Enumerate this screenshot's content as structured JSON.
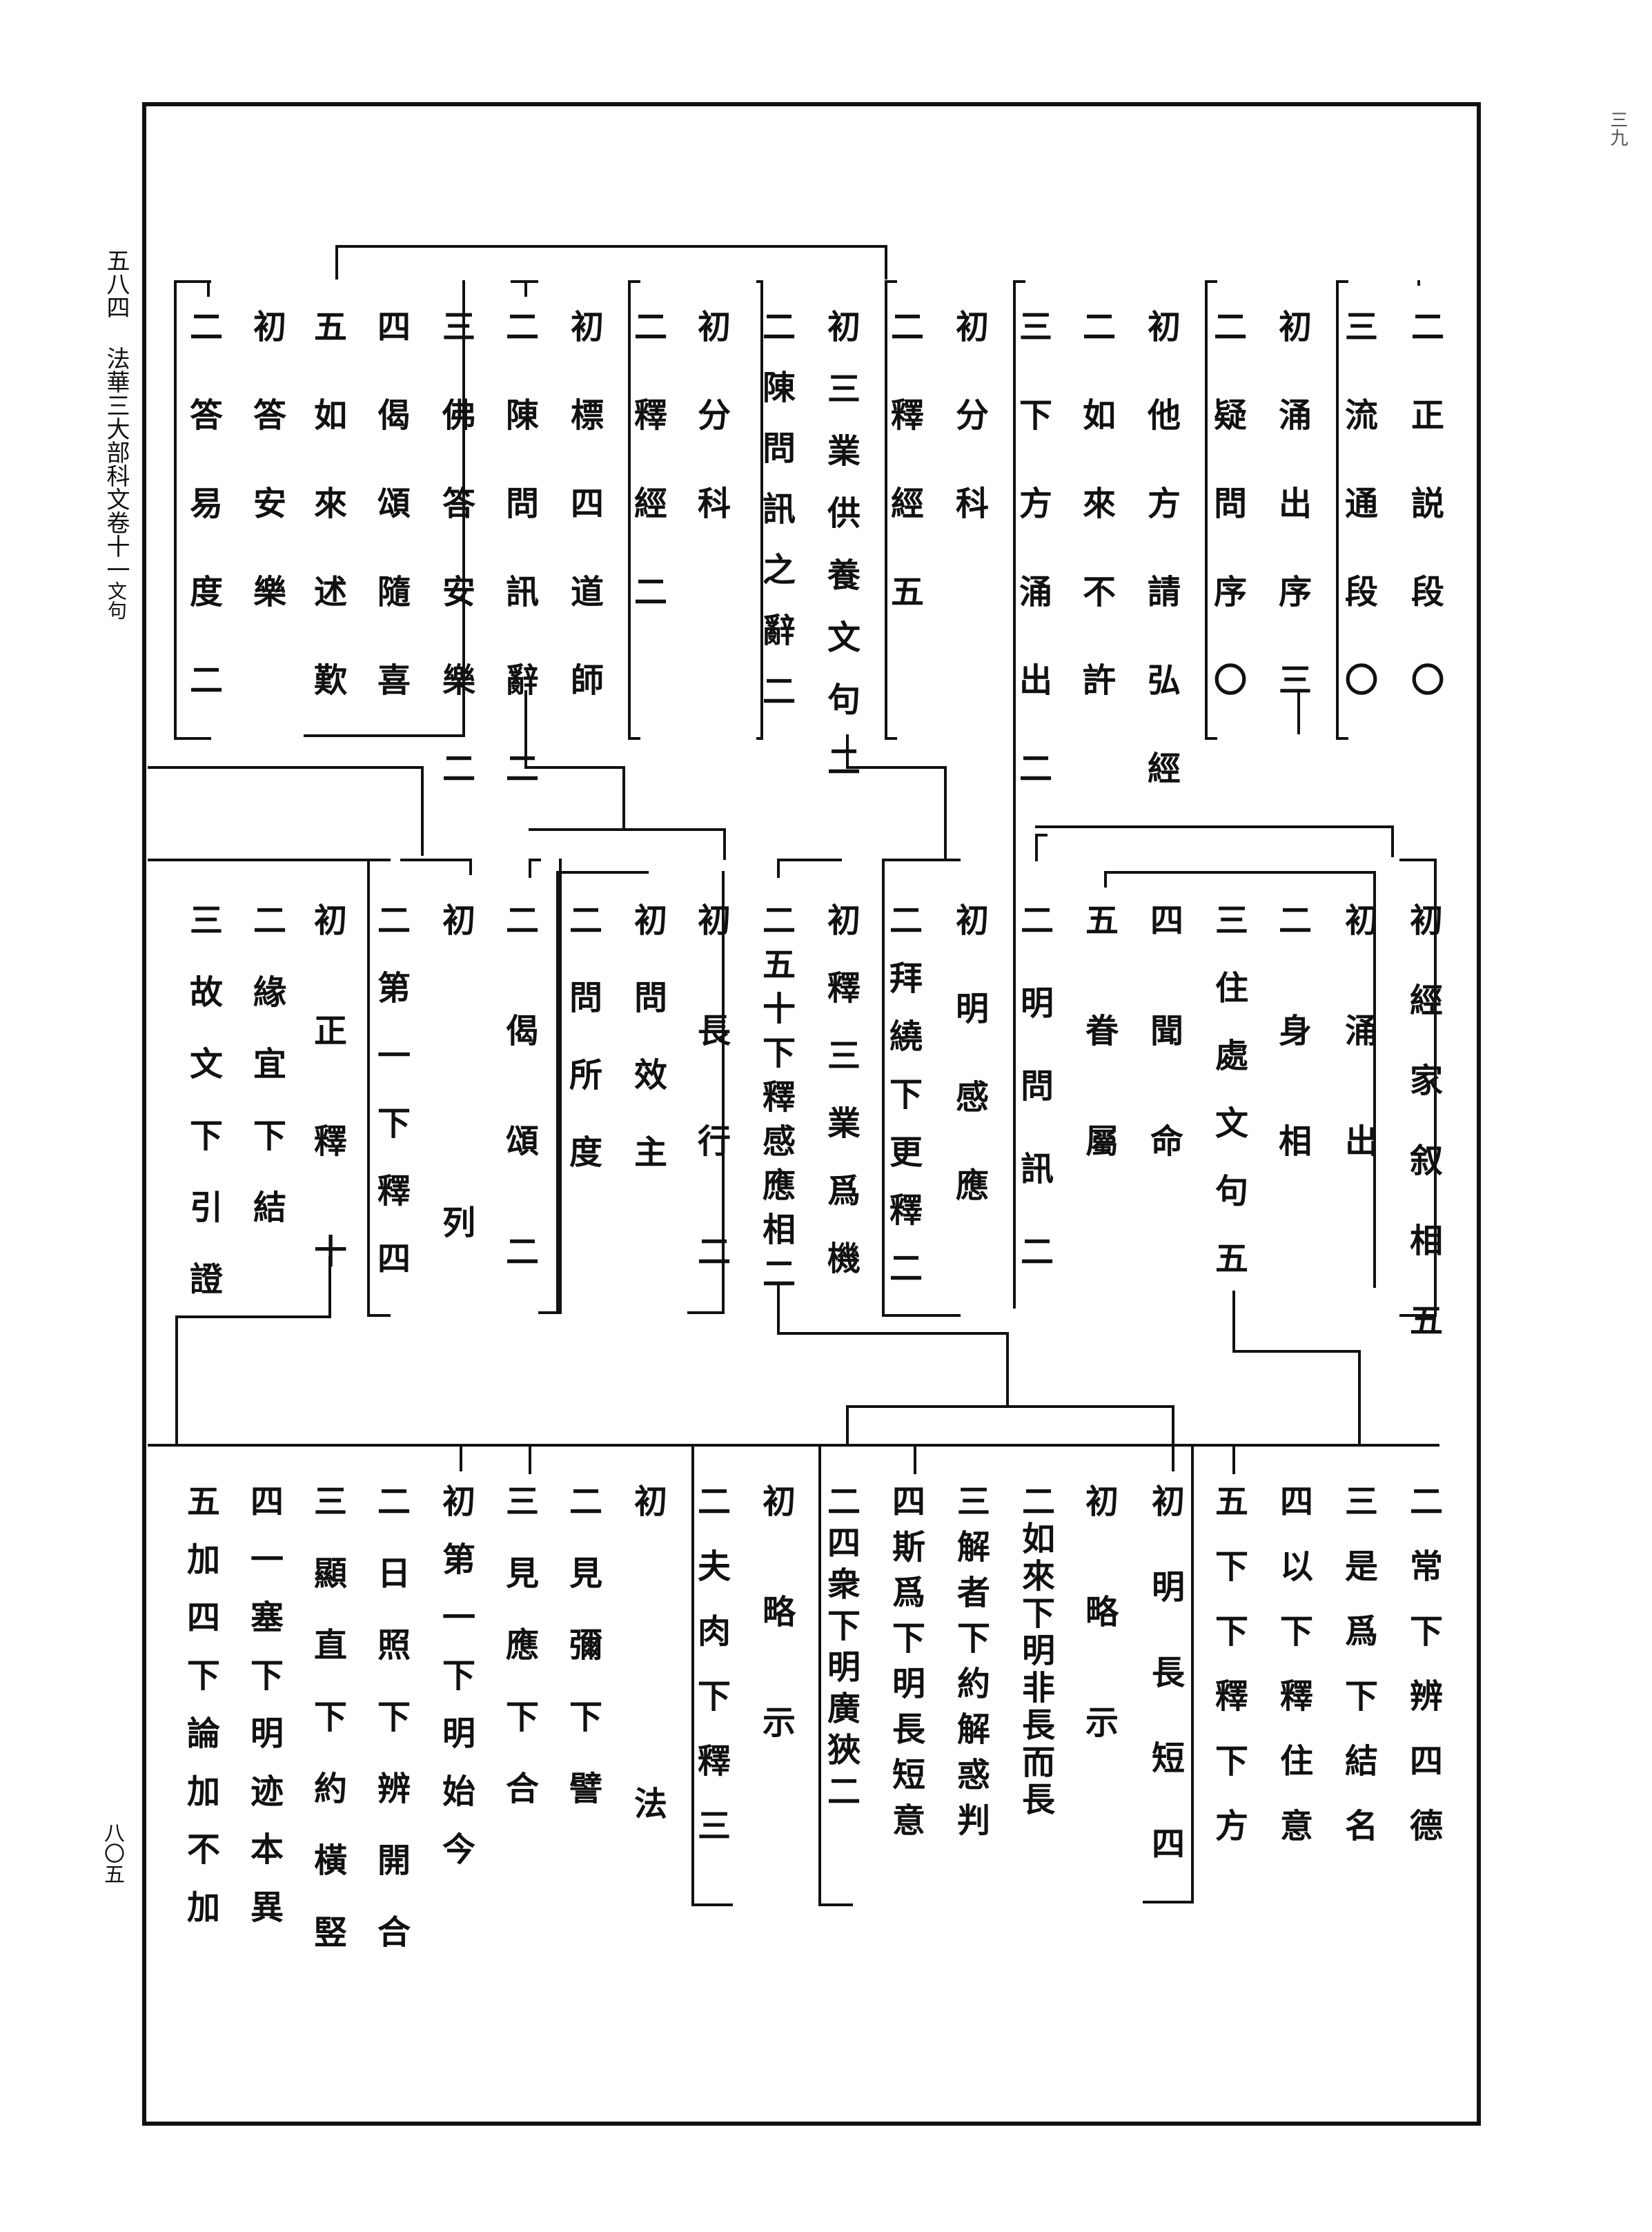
{
  "margin": {
    "volume_title": "五八四 法華三大部科文卷十一",
    "section": "文句",
    "page_number": "八〇五",
    "corner_mark": "三九"
  },
  "tier1": [
    {
      "text": "二正説段〇"
    },
    {
      "text": "三流通段〇"
    },
    {
      "text": "初涌出序三"
    },
    {
      "text": "二疑問序〇"
    },
    {
      "text": "初他方請弘經"
    },
    {
      "text": "二如來不許"
    },
    {
      "text": "三下方涌出二"
    },
    {
      "text": "初分科"
    },
    {
      "text": "二釋經五"
    },
    {
      "text": "初三業供養文句二"
    },
    {
      "text": "二陳問訊之辭二"
    },
    {
      "text": "初分科"
    },
    {
      "text": "二釋經二"
    },
    {
      "text": "初標四道師"
    },
    {
      "text": "二陳問訊辭二"
    },
    {
      "text": "三佛答安樂二"
    },
    {
      "text": "四偈頌隨喜"
    },
    {
      "text": "五如來述歎"
    },
    {
      "text": "初答安樂"
    },
    {
      "text": "二答易度二"
    }
  ],
  "tier2": [
    {
      "text": "初經家叙相五"
    },
    {
      "text": "初涌出"
    },
    {
      "text": "二身相"
    },
    {
      "text": "三住處文句五"
    },
    {
      "text": "四聞命"
    },
    {
      "text": "五眷屬"
    },
    {
      "text": "二明問訊二"
    },
    {
      "text": "初明感應"
    },
    {
      "text": "二拜繞下更釋二"
    },
    {
      "text": "初釋三業爲機"
    },
    {
      "text": "二五十下釋感應相二"
    },
    {
      "text": "初長行二"
    },
    {
      "text": "初問效主"
    },
    {
      "text": "二問所度"
    },
    {
      "text": "二偈頌二"
    },
    {
      "text": "初列"
    },
    {
      "text": "二第一下釋四"
    },
    {
      "text": "初正釋十"
    },
    {
      "text": "二緣宜下結"
    },
    {
      "text": "三故文下引證"
    }
  ],
  "tier3": [
    {
      "text": "二常下辨四德"
    },
    {
      "text": "三是爲下結名"
    },
    {
      "text": "四以下釋住意"
    },
    {
      "text": "五下下釋下方"
    },
    {
      "text": "初明長短四"
    },
    {
      "text": "初略示"
    },
    {
      "text": "二如來下明非長而長"
    },
    {
      "text": "三解者下約解惑判"
    },
    {
      "text": "四斯爲下明長短意"
    },
    {
      "text": "二四衆下明廣狹二"
    },
    {
      "text": "初略示"
    },
    {
      "text": "二夫肉下釋三"
    },
    {
      "text": "初法"
    },
    {
      "text": "二見彌下譬"
    },
    {
      "text": "三見應下合"
    },
    {
      "text": "初第一下明始今"
    },
    {
      "text": "二日照下辨開合"
    },
    {
      "text": "三顯直下約橫竪"
    },
    {
      "text": "四一塞下明迹本異"
    },
    {
      "text": "五加四下論加不加"
    }
  ]
}
